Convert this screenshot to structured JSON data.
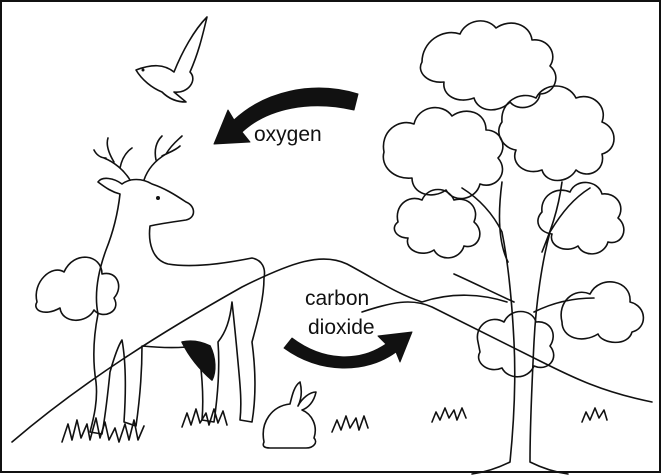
{
  "labels": {
    "oxygen": "oxygen",
    "carbon": "carbon",
    "dioxide": "dioxide"
  },
  "colors": {
    "ink": "#111111",
    "background": "#ffffff"
  },
  "icons": {
    "bird": "bird-icon",
    "deer": "deer-icon",
    "tree": "tree-icon",
    "rabbit": "rabbit-icon",
    "oxygen_arrow": "arrow-left-curved-icon",
    "co2_arrow": "arrow-right-curved-icon"
  }
}
